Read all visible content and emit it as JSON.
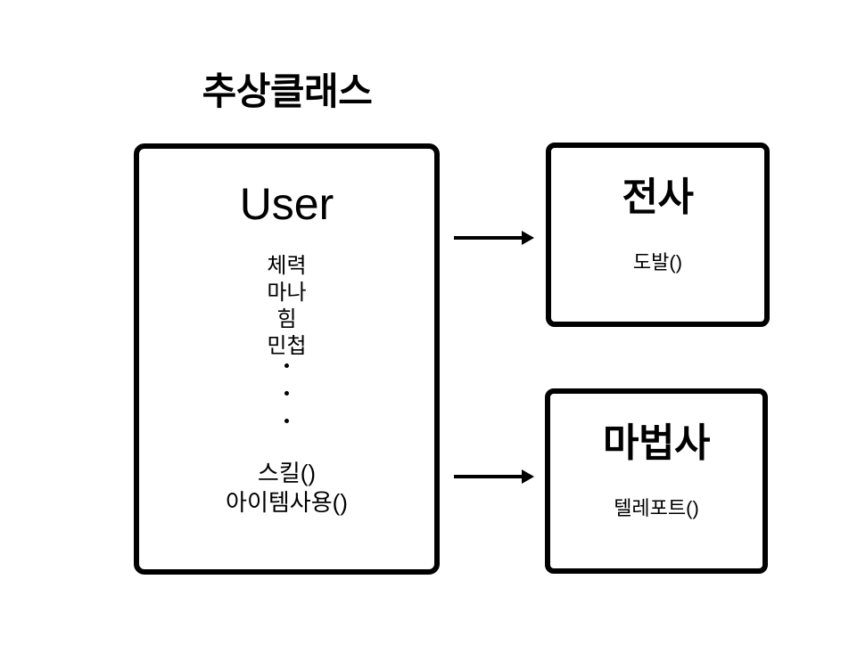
{
  "diagram": {
    "type": "uml-class-inheritance",
    "title": "추상클래스",
    "background_color": "#ffffff",
    "stroke_color": "#000000",
    "base_class": {
      "name": "User",
      "attributes": [
        "체력",
        "마나",
        "힘",
        "민첩"
      ],
      "ellipsis_dots": 3,
      "methods": [
        "스킬()",
        "아이템사용()"
      ]
    },
    "sub_classes": [
      {
        "name": "전사",
        "methods": [
          "도발()"
        ]
      },
      {
        "name": "마법사",
        "methods": [
          "텔레포트()"
        ]
      }
    ],
    "connectors": [
      {
        "label": "",
        "from": "User",
        "to": "전사",
        "style": "solid-arrow-right"
      },
      {
        "label": "",
        "from": "User",
        "to": "마법사",
        "style": "solid-arrow-right"
      }
    ]
  }
}
